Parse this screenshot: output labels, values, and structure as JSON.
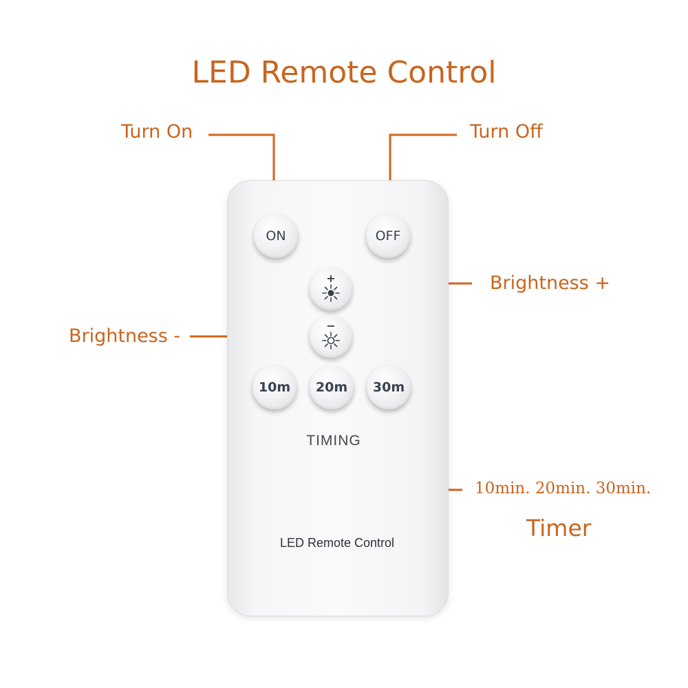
{
  "title": "LED Remote Control",
  "callouts": {
    "turn_on": "Turn On",
    "turn_off": "Turn Off",
    "brightness_plus": "Brightness +",
    "brightness_minus": "Brightness -",
    "timing_options": "10min. 20min. 30min.",
    "timer": "Timer"
  },
  "remote": {
    "buttons": {
      "on": "ON",
      "off": "OFF",
      "brightness_up_sign": "+",
      "brightness_down_sign": "−",
      "t10": "10m",
      "t20": "20m",
      "t30": "30m"
    },
    "timing_label": "TIMING",
    "brand_label": "LED Remote Control"
  },
  "icons": {
    "brightness": "sun-icon"
  },
  "colors": {
    "callout": "#c8651e",
    "remote_body": "#f7f7f8",
    "button_text": "#3a4250"
  }
}
